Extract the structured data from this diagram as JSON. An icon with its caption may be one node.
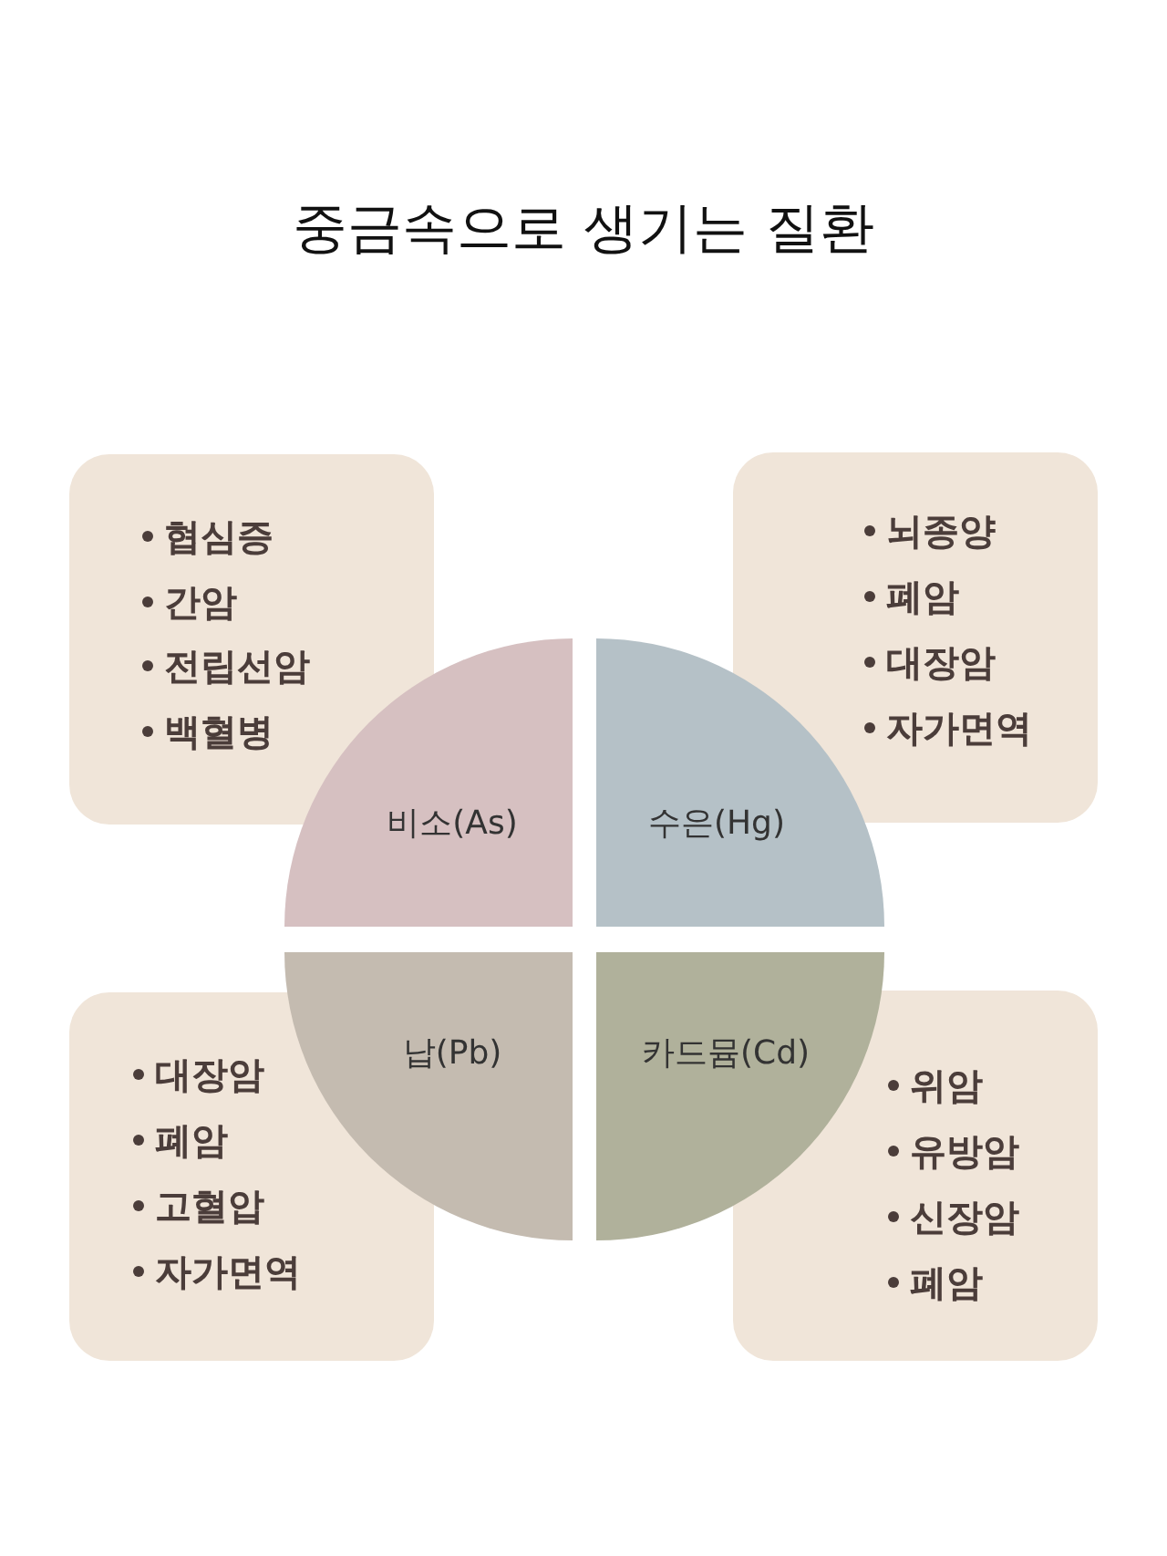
{
  "diagram": {
    "title": "중금속으로 생기는 질환",
    "nodes": [
      {
        "text": [
          "협심증",
          "간암",
          "전립선암",
          "백혈병"
        ]
      },
      {
        "text": [
          "뇌종양",
          "폐암",
          "대장암",
          "자가면역"
        ]
      },
      {
        "text": [
          "비소(As)"
        ]
      },
      {
        "text": [
          "수은(Hg)"
        ]
      },
      {
        "text": [
          "납(Pb)"
        ]
      },
      {
        "text": [
          "카드뮴(Cd)"
        ]
      },
      {
        "text": [
          "대장암",
          "폐암",
          "고혈압",
          "자가면역"
        ]
      },
      {
        "text": [
          "위암",
          "유방암",
          "신장암",
          "폐암"
        ]
      }
    ]
  }
}
